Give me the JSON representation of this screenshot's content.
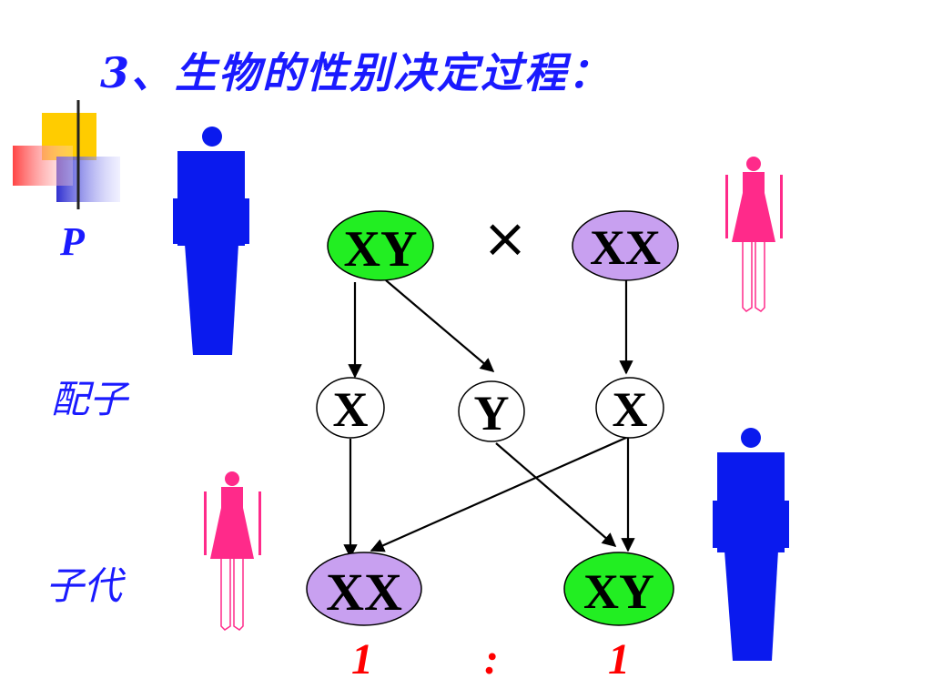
{
  "title": "3、生物的性别决定过程：",
  "row_labels": {
    "parent": "P",
    "gametes": "配子",
    "offspring": "子代"
  },
  "parents": {
    "male": {
      "genotype": "XY",
      "color": "#22ee22"
    },
    "cross_symbol": "×",
    "female": {
      "genotype": "XX",
      "color": "#c8a0f0"
    }
  },
  "gametes": [
    {
      "label": "X"
    },
    {
      "label": "Y"
    },
    {
      "label": "X"
    }
  ],
  "offspring": [
    {
      "genotype": "XX",
      "color": "#c8a0f0"
    },
    {
      "genotype": "XY",
      "color": "#22ee22"
    }
  ],
  "ratio": {
    "left": "1",
    "separator": ":",
    "right": "1"
  },
  "colors": {
    "title": "#1a1aff",
    "male_figure": "#0a1aee",
    "female_figure": "#ff2a8a",
    "ratio": "#ff0000"
  }
}
